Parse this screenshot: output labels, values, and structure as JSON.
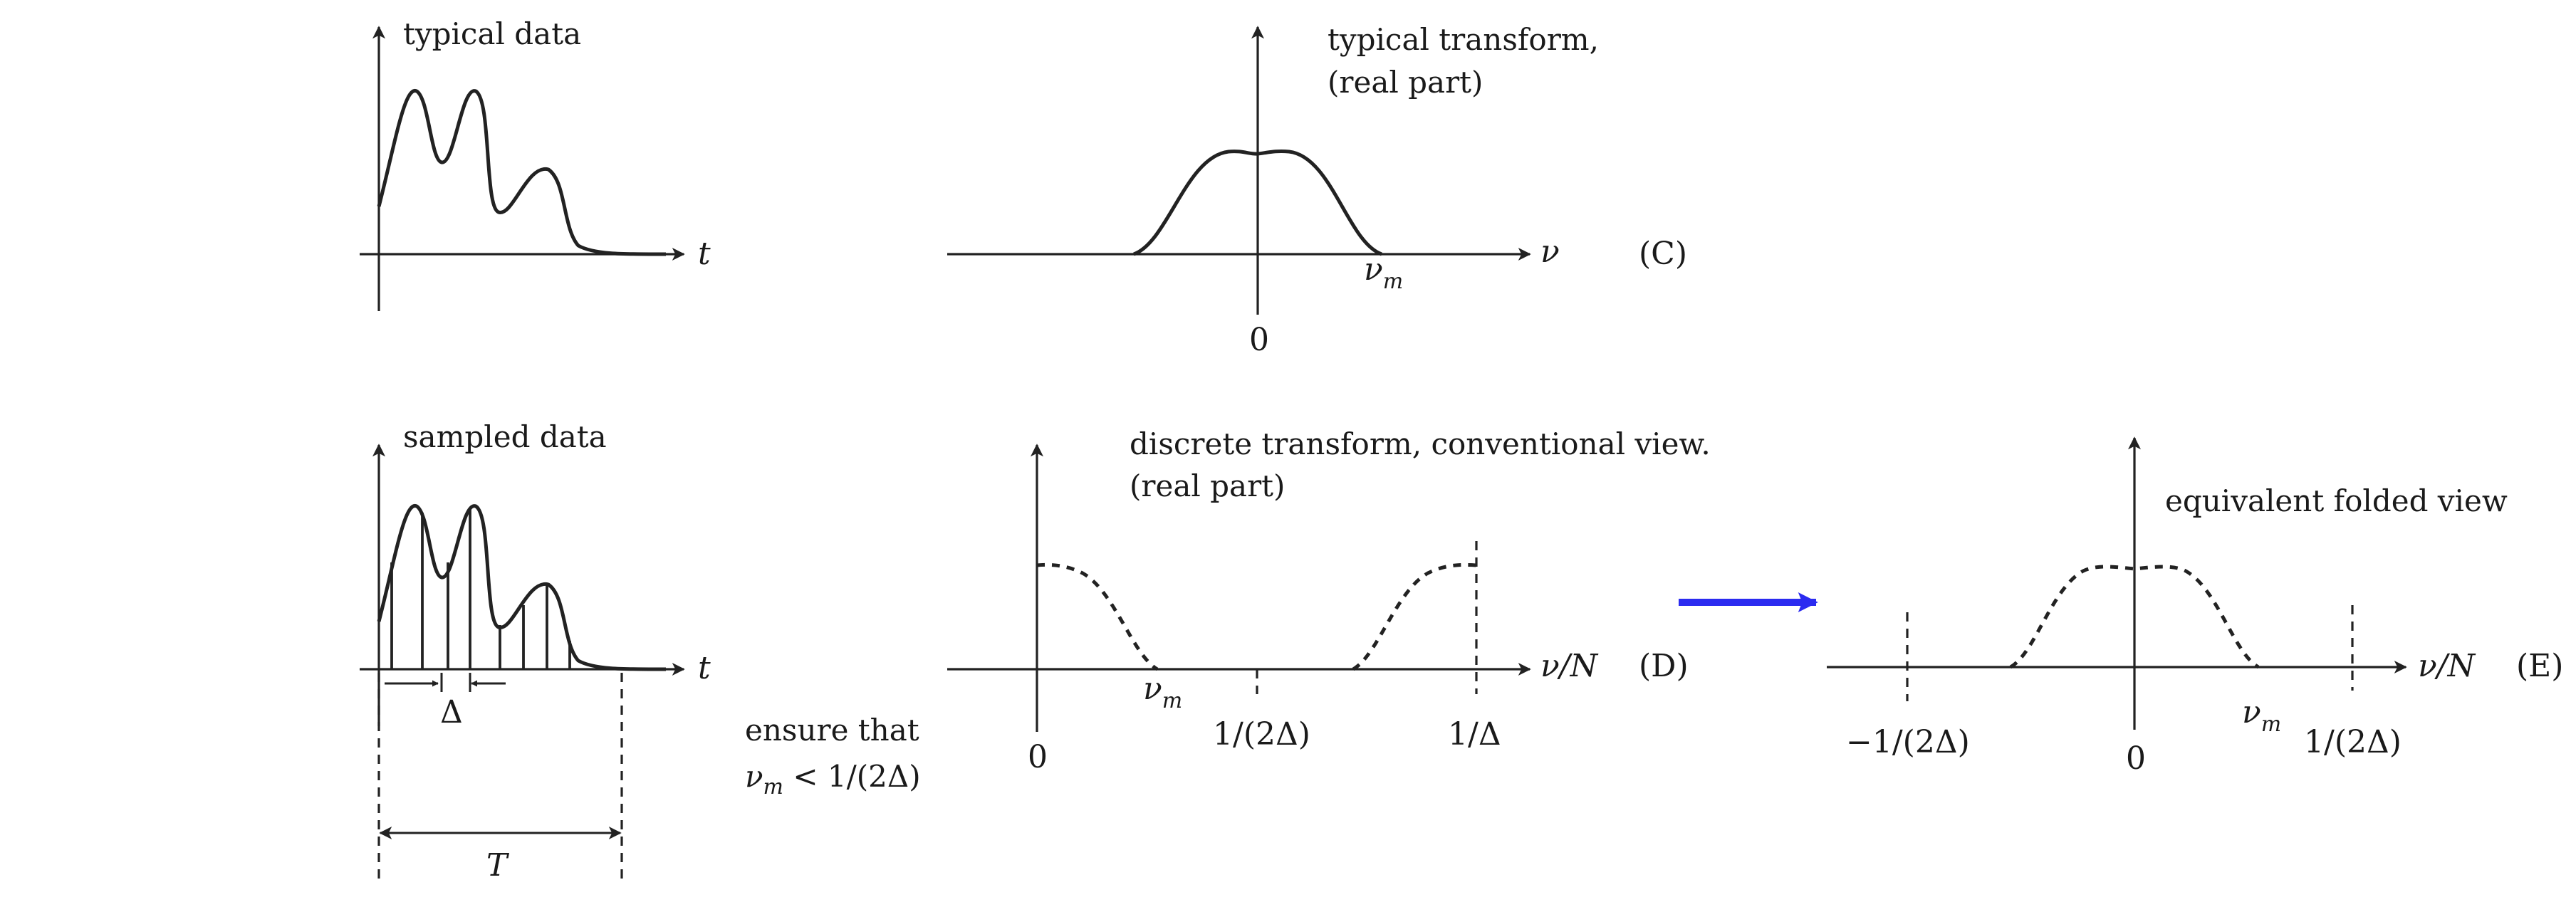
{
  "panel_top_left": {
    "title": "typical data",
    "axis_t": "t"
  },
  "panel_c": {
    "title_line1": "typical transform,",
    "title_line2": "(real part)",
    "axis_nu": "ν",
    "vm_base": "ν",
    "vm_sub": "m",
    "zero": "0",
    "tag": "(C)"
  },
  "panel_sampled": {
    "title": "sampled data",
    "axis_t": "t",
    "delta": "Δ",
    "period": "T"
  },
  "condition": {
    "line1": "ensure that",
    "line2_base": "ν",
    "line2_sub": "m",
    "line2_rest": " < 1/(2Δ)"
  },
  "panel_d": {
    "title_line1": "discrete transform, conventional view.",
    "title_line2": "(real part)",
    "axis_label": "ν/N",
    "tag": "(D)",
    "zero": "0",
    "vm_base": "ν",
    "vm_sub": "m",
    "half_tick": "1/(2Δ)",
    "full_tick": "1/Δ"
  },
  "arrow": {
    "color": "#2b2bf0"
  },
  "panel_e": {
    "title": "equivalent folded view",
    "axis_label": "ν/N",
    "tag": "(E)",
    "neg_tick": "−1/(2Δ)",
    "zero": "0",
    "vm_base": "ν",
    "vm_sub": "m",
    "pos_tick": "1/(2Δ)"
  }
}
